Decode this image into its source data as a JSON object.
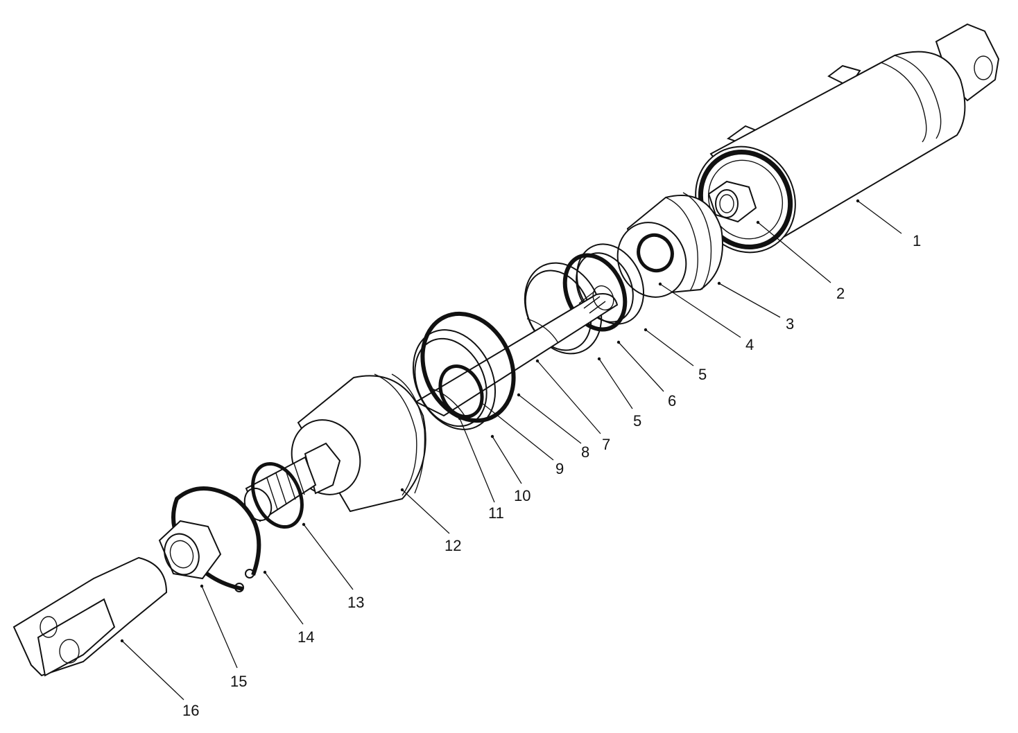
{
  "figure": {
    "callouts": [
      "1",
      "2",
      "3",
      "4",
      "5",
      "6",
      "5",
      "7",
      "8",
      "9",
      "10",
      "11",
      "12",
      "13",
      "14",
      "15",
      "16"
    ]
  }
}
